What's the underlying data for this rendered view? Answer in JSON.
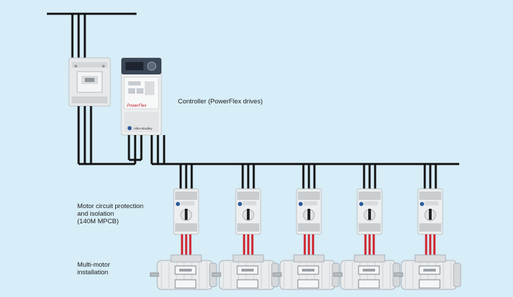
{
  "labels": {
    "controller": "Controller (PowerFlex drives)",
    "mcp": "Motor circuit protection\nand isolation\n(140M MPCB)",
    "multi_motor": "Multi-motor\ninstallation"
  },
  "drive": {
    "brand": "PowerFlex",
    "maker": "Allen-Bradley"
  },
  "colors": {
    "background": "#d7edf7",
    "wire": "#111111",
    "motor_lead": "#d0202a",
    "device_body": "#eceeef",
    "device_shadow": "#c9cdd0",
    "drive_face": "#3b4656",
    "knob": "#222222",
    "logo": "#2a5b9b"
  },
  "branch_count": 5
}
